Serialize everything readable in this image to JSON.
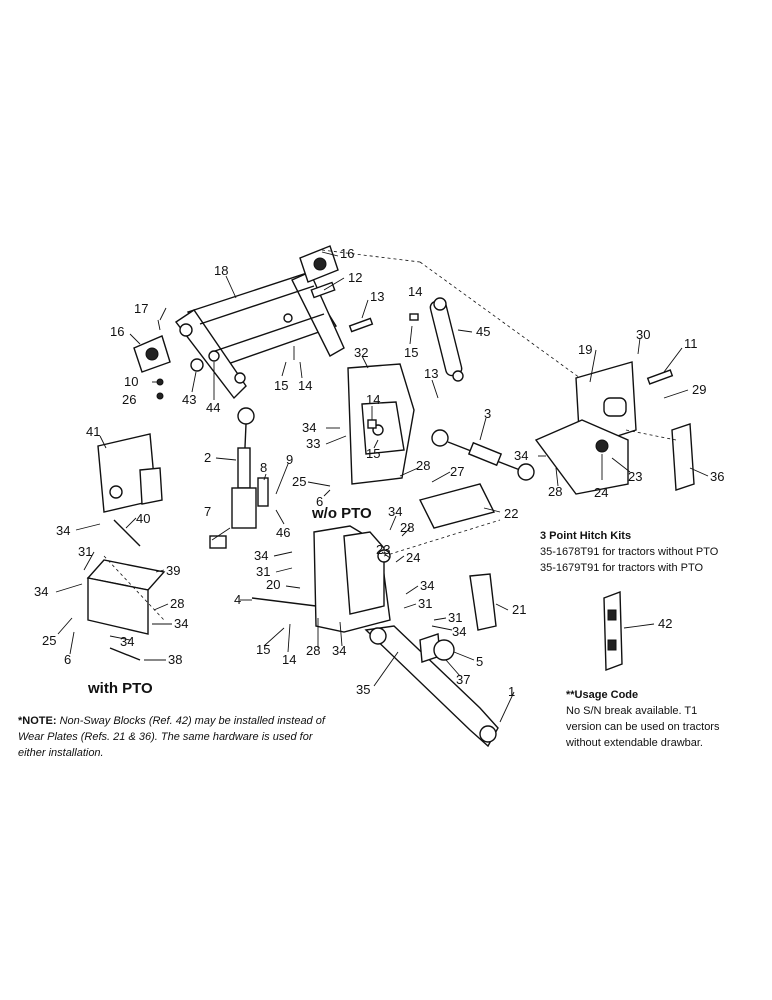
{
  "section_labels": {
    "without_pto": "w/o PTO",
    "with_pto": "with PTO"
  },
  "kits": {
    "title": "3 Point Hitch Kits",
    "line1": "35-1678T91 for tractors without PTO",
    "line2": "35-1679T91 for tractors with PTO"
  },
  "usage": {
    "title": "**Usage Code",
    "line1": "No S/N break available. T1",
    "line2": "version can be used on tractors",
    "line3": "without extendable drawbar."
  },
  "note": {
    "label": "*NOTE:",
    "line1": "Non-Sway Blocks (Ref. 42) may be installed instead of",
    "line2": "Wear Plates (Refs. 21 & 36). The same hardware is used for",
    "line3": "either installation."
  },
  "callouts": {
    "c1": "16",
    "c2": "18",
    "c3": "12",
    "c4": "17",
    "c5": "13",
    "c6": "14",
    "c7": "16",
    "c8": "15",
    "c9": "45",
    "c10": "10",
    "c11": "43",
    "c12": "44",
    "c13": "15",
    "c14": "14",
    "c15": "26",
    "c16": "32",
    "c17": "13",
    "c18": "30",
    "c19": "19",
    "c20": "11",
    "c21": "29",
    "c22": "41",
    "c23": "2",
    "c24": "8",
    "c25": "9",
    "c26": "34",
    "c27": "14",
    "c28": "33",
    "c29": "15",
    "c30": "3",
    "c31": "34",
    "c32": "23",
    "c33": "36",
    "c34": "28",
    "c35": "27",
    "c36": "25",
    "c37": "6",
    "c38": "46",
    "c39": "28",
    "c40": "24",
    "c41": "7",
    "c42": "34",
    "c43": "40",
    "c44": "22",
    "c45": "28",
    "c46": "34",
    "c47": "23",
    "c48": "24",
    "c49": "31",
    "c50": "34",
    "c51": "39",
    "c52": "31",
    "c53": "34",
    "c54": "4",
    "c55": "20",
    "c56": "34",
    "c57": "31",
    "c58": "21",
    "c59": "28",
    "c60": "34",
    "c61": "25",
    "c62": "6",
    "c63": "34",
    "c64": "31",
    "c65": "42",
    "c66": "34",
    "c67": "15",
    "c68": "14",
    "c69": "28",
    "c70": "34",
    "c71": "38",
    "c72": "5",
    "c73": "35",
    "c74": "37",
    "c75": "1"
  }
}
